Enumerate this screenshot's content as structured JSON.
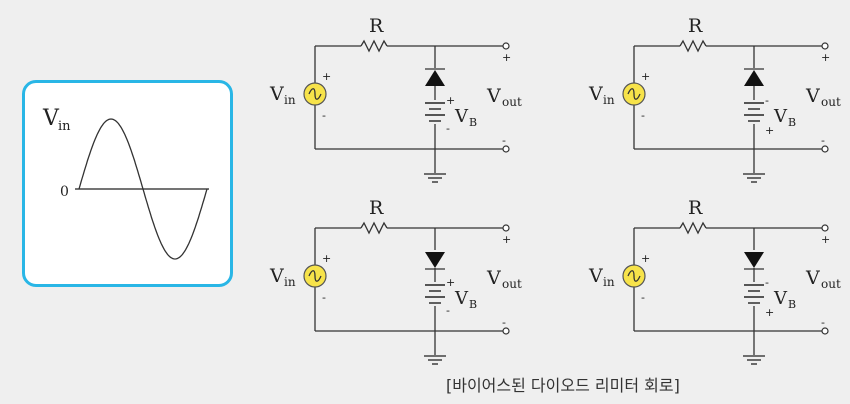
{
  "waveform": {
    "signal_label": "V",
    "signal_sub": "in",
    "zero_label": "0"
  },
  "circuit_labels": {
    "resistor": "R",
    "input_v": "V",
    "input_sub": "in",
    "output_v": "V",
    "output_sub": "out",
    "bias_v": "V",
    "bias_sub": "B",
    "plus": "+",
    "minus": "-"
  },
  "circuits": [
    {
      "id": "top-left",
      "diode": "up",
      "battery": "plus-top"
    },
    {
      "id": "top-right",
      "diode": "up",
      "battery": "minus-top"
    },
    {
      "id": "bottom-left",
      "diode": "down",
      "battery": "plus-top"
    },
    {
      "id": "bottom-right",
      "diode": "down",
      "battery": "minus-top"
    }
  ],
  "caption": "[바이어스된 다이오드 리미터 회로]",
  "colors": {
    "card_border": "#29b6e6",
    "source_fill": "#f7e34a",
    "wire": "#333333"
  }
}
